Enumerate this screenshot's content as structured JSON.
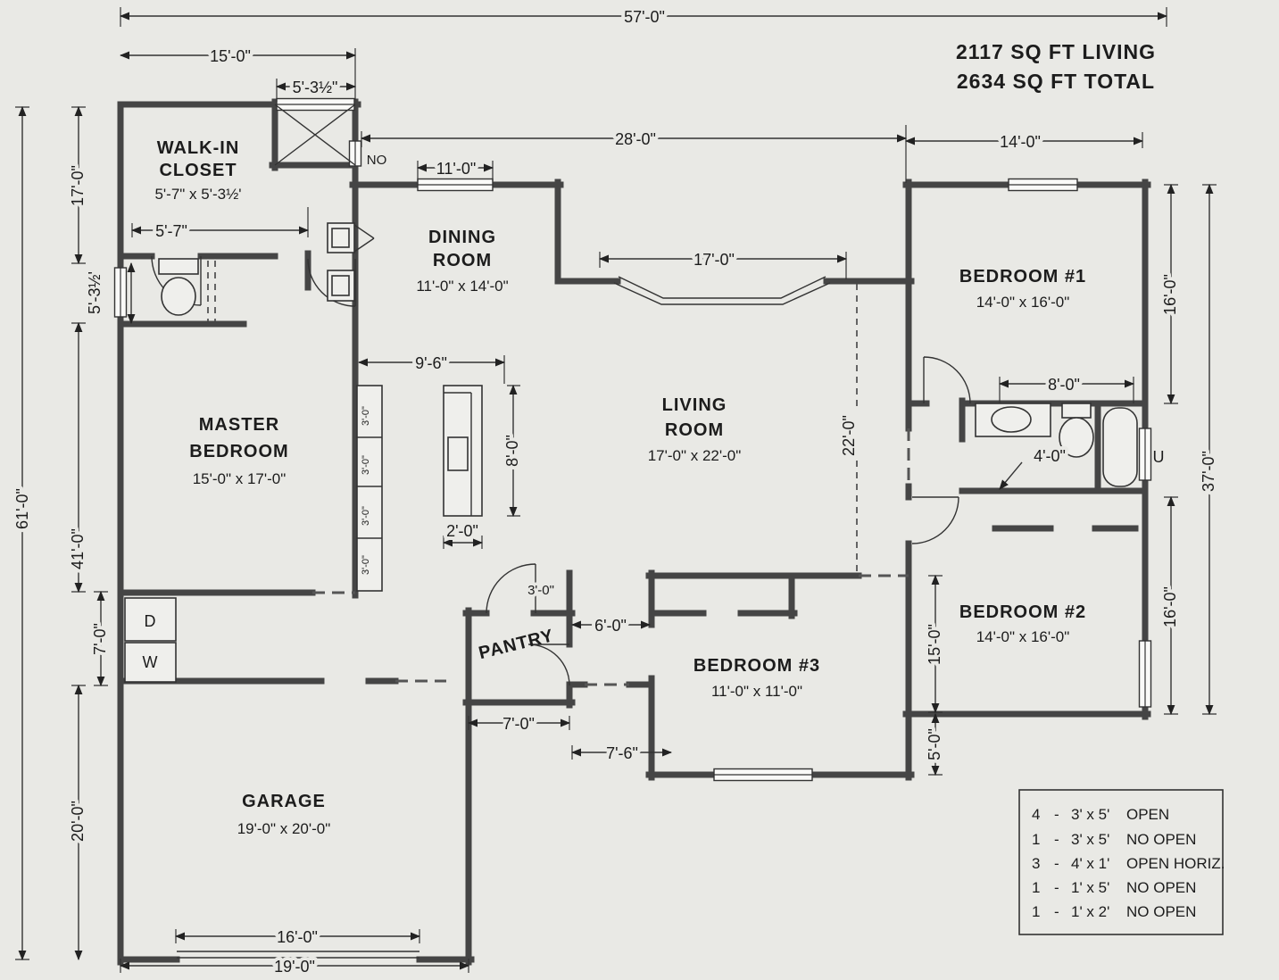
{
  "plan": {
    "sqft_living": "2117 SQ FT LIVING",
    "sqft_total": "2634 SQ FT TOTAL"
  },
  "rooms": {
    "walk_in_closet": {
      "name_line1": "WALK-IN",
      "name_line2": "CLOSET",
      "size": "5'-7\" x 5'-3½'"
    },
    "dining_room": {
      "name_line1": "DINING",
      "name_line2": "ROOM",
      "size": "11'-0\" x 14'-0\""
    },
    "living_room": {
      "name_line1": "LIVING",
      "name_line2": "ROOM",
      "size": "17'-0\" x 22'-0\""
    },
    "master_bedroom": {
      "name_line1": "MASTER",
      "name_line2": "BEDROOM",
      "size": "15'-0\" x 17'-0\""
    },
    "bedroom_1": {
      "name": "BEDROOM #1",
      "size": "14'-0\" x 16'-0\""
    },
    "bedroom_2": {
      "name": "BEDROOM #2",
      "size": "14'-0\" x 16'-0\""
    },
    "bedroom_3": {
      "name": "BEDROOM #3",
      "size": "11'-0\" x 11'-0\""
    },
    "garage": {
      "name": "GARAGE",
      "size": "19'-0\" x 20'-0\""
    },
    "pantry": {
      "name": "PANTRY"
    }
  },
  "fixtures": {
    "dryer": "D",
    "washer": "W",
    "utility": "U",
    "no_open": "NO"
  },
  "dims": {
    "overall_width": "57'-0\"",
    "overall_height": "61'-0\"",
    "closet_block_width": "15'-0\"",
    "closet_window": "5'-3½\"",
    "mid_width": "28'-0\"",
    "right_width": "14'-0\"",
    "dining_window": "11'-0\"",
    "bay_window": "17'-0\"",
    "left_upper": "17'-0\"",
    "left_window": "5'-3½'",
    "left_mid": "41'-0\"",
    "laundry_depth": "7'-0\"",
    "garage_depth": "20'-0\"",
    "closet_inner": "5'-7\"",
    "kitchen_width": "9'-6\"",
    "island_length": "8'-0\"",
    "island_width": "2'-0\"",
    "cabinet": "3'-0\"",
    "bath_width": "8'-0\"",
    "bath_hall": "4'-0\"",
    "right_total": "37'-0\"",
    "bed1_depth": "16'-0\"",
    "bed2_depth": "16'-0\"",
    "bed2_inner": "15'-0\"",
    "bed2_offset": "5'-0\"",
    "living_depth": "22'-0\"",
    "pantry_door": "3'-0\"",
    "hall_width": "6'-0\"",
    "pantry_width": "7'-0\"",
    "hall_offset": "7'-6\"",
    "garage_door": "16'-0\"",
    "garage_width": "19'-0\""
  },
  "legend": {
    "dash": "-",
    "rows": [
      {
        "count": "4",
        "size": "3' x 5'",
        "desc": "OPEN"
      },
      {
        "count": "1",
        "size": "3' x 5'",
        "desc": "NO OPEN"
      },
      {
        "count": "3",
        "size": "4' x 1'",
        "desc": "OPEN HORIZ."
      },
      {
        "count": "1",
        "size": "1' x 5'",
        "desc": "NO OPEN"
      },
      {
        "count": "1",
        "size": "1' x 2'",
        "desc": "NO OPEN"
      }
    ]
  }
}
